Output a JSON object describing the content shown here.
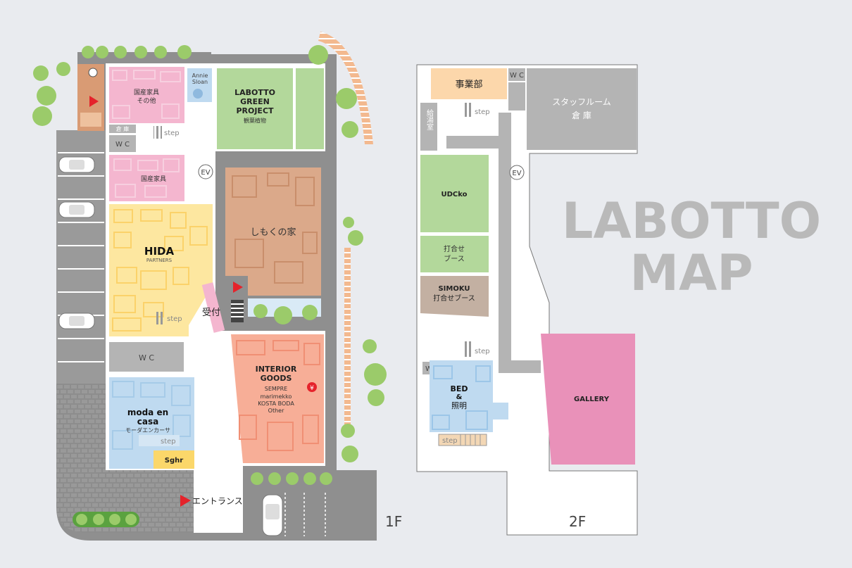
{
  "map_title": {
    "line1": "LABOTTO",
    "line2": "MAP"
  },
  "floors": {
    "first": {
      "label": "1F",
      "rooms": {
        "kokusan_sonota": {
          "line1": "国産家具",
          "line2": "その他"
        },
        "annie_sloan": {
          "line1": "Annie",
          "line2": "Sloan"
        },
        "labotto_green": {
          "line1": "LABOTTO",
          "line2": "GREEN",
          "line3": "PROJECT",
          "sub": "観葉植物"
        },
        "souko": "倉 庫",
        "wc_upper": "W C",
        "kokusan": "国産家具",
        "hida": {
          "name": "HIDA",
          "sub": "PARTNERS"
        },
        "shimoku": "しもくの家",
        "uketsuke": "受付",
        "wc_lower": "W C",
        "interior_goods": {
          "line1": "INTERIOR",
          "line2": "GOODS",
          "brands": [
            "SEMPRE",
            "marimekko",
            "KOSTA BODA",
            "Other"
          ]
        },
        "moda": {
          "line1": "moda en",
          "line2": "casa",
          "sub": "モーダエンカーサ"
        },
        "sghr": "Sghr"
      },
      "ev": "EV",
      "entrance": "エントランス",
      "step": "step",
      "yen": "¥"
    },
    "second": {
      "label": "2F",
      "rooms": {
        "jigyoubu": "事業部",
        "wc_top": "W C",
        "staff": {
          "line1": "スタッフルーム",
          "line2": "倉 庫"
        },
        "kyutou": "給湯室",
        "udcko": "UDCko",
        "uchiawase": {
          "line1": "打合せ",
          "line2": "ブース"
        },
        "simoku": {
          "line1": "SIMOKU",
          "line2": "打合せブース"
        },
        "wc_bottom": "W C",
        "bed": {
          "line1": "BED",
          "line2": "&",
          "line3": "照明"
        },
        "gallery": "GALLERY"
      },
      "ev": "EV",
      "step": "step"
    }
  },
  "colors": {
    "background": "#e9ebef",
    "pink": "#f4b6cf",
    "yellow": "#fde7a0",
    "green": "#b3d89b",
    "brown": "#dba98a",
    "salmon": "#f7ae97",
    "blue": "#bfdaf0",
    "grey": "#b4b4b4",
    "orange": "#fcd7ab",
    "gallery": "#e991b9",
    "arrow": "#e5232b"
  }
}
